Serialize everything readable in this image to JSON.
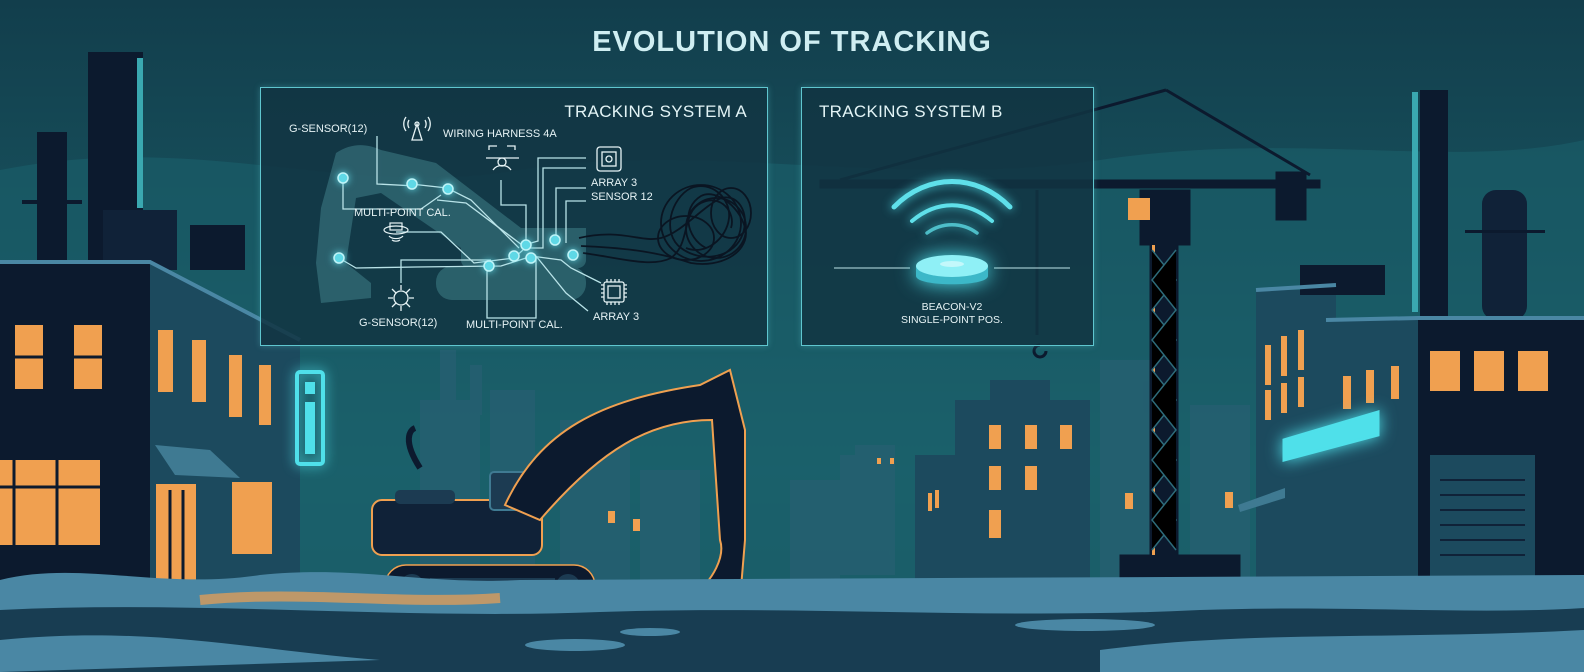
{
  "title": "EVOLUTION OF TRACKING",
  "panels": {
    "system_a": {
      "title": "TRACKING SYSTEM A",
      "labels": {
        "g_sensor_top": "G-SENSOR(12)",
        "wiring_harness": "WIRING HARNESS 4A",
        "array_3_top": "ARRAY 3",
        "sensor_12": "SENSOR 12",
        "multi_point_top": "MULTI-POINT CAL.",
        "g_sensor_bottom": "G-SENSOR(12)",
        "multi_point_bottom": "MULTI-POINT CAL.",
        "array_3_bottom": "ARRAY 3"
      },
      "icons": [
        "antenna-icon",
        "level-gauge-icon",
        "camera-module-icon",
        "rotating-beacon-icon",
        "sun-sensor-icon",
        "chip-icon"
      ]
    },
    "system_b": {
      "title": "TRACKING SYSTEM B",
      "device_label": "BEACON-V2",
      "device_sub": "SINGLE-POINT POS.",
      "icons": [
        "wireless-signal-icon",
        "beacon-puck-icon"
      ]
    }
  },
  "colors": {
    "sky_top": "#123e4c",
    "sky_mid": "#1d6a72",
    "silhouette_dark": "#0c1a2e",
    "building_mid": "#1c4a5e",
    "window_glow": "#f0a050",
    "neon_cyan": "#4fe0ea",
    "snow": "#4a87a4",
    "panel_border": "#5fc6cf"
  }
}
